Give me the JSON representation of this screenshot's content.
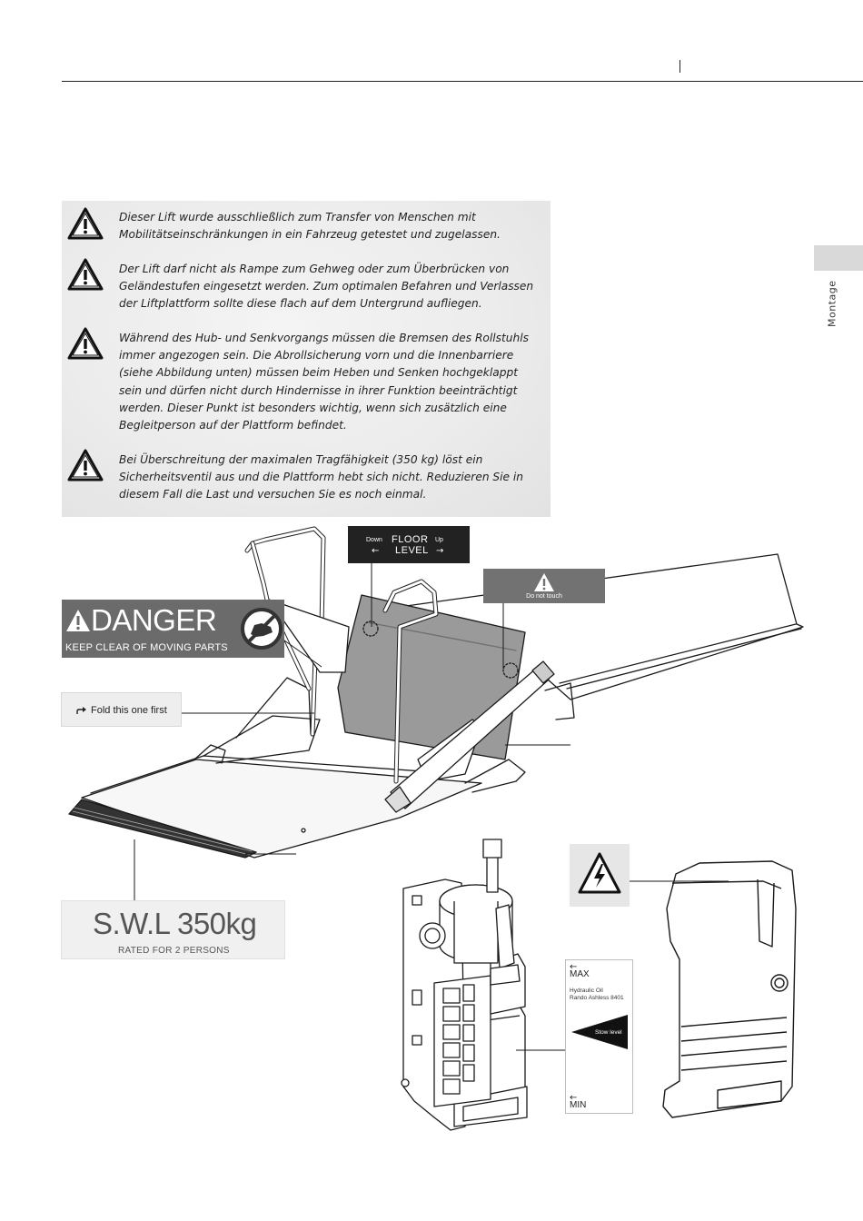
{
  "side_tab": {
    "label": "Montage"
  },
  "warnings": [
    {
      "text": "Dieser Lift wurde ausschließlich zum Transfer von Menschen mit Mobilitätseinschränkungen in ein Fahrzeug getestet und zugelassen."
    },
    {
      "text": "Der Lift darf nicht als Rampe zum Gehweg oder zum Überbrücken von Geländestufen eingesetzt werden. Zum optimalen Befahren und Verlassen der Liftplattform sollte diese flach auf dem Untergrund aufliegen."
    },
    {
      "text": "Während des Hub- und Senkvorgangs müssen die Bremsen des Rollstuhls immer angezogen sein. Die Abrollsicherung vorn und die Innenbarriere (siehe Abbildung unten) müssen beim Heben und Senken hochgeklappt sein und dürfen nicht durch Hindernisse in ihrer Funktion beeinträchtigt werden. Dieser Punkt ist besonders wichtig, wenn sich zusätzlich eine Begleitperson auf der Plattform befindet."
    },
    {
      "text": "Bei Überschreitung der maximalen Tragfähigkeit (350 kg) löst ein Sicherheitsventil aus und die Plattform hebt sich nicht. Reduzieren Sie in diesem Fall die Last und versuchen Sie es noch einmal."
    }
  ],
  "labels": {
    "danger": {
      "word": "DANGER",
      "sub": "KEEP CLEAR OF MOVING PARTS"
    },
    "fold": {
      "text": "Fold this one first"
    },
    "floor": {
      "down": "Down",
      "up": "Up",
      "line1": "FLOOR",
      "line2": "LEVEL",
      "left_arrow": "←",
      "right_arrow": "→"
    },
    "touch": {
      "text": "Do not touch"
    },
    "swl": {
      "main": "S.W.L 350kg",
      "sub": "RATED FOR 2 PERSONS"
    },
    "oil": {
      "max": "MAX",
      "min": "MIN",
      "name1": "Hydraulic Oil",
      "name2": "Rando Ashless 8401",
      "stow": "Stow level",
      "arrow_top": "←",
      "arrow_bottom": "←"
    }
  }
}
